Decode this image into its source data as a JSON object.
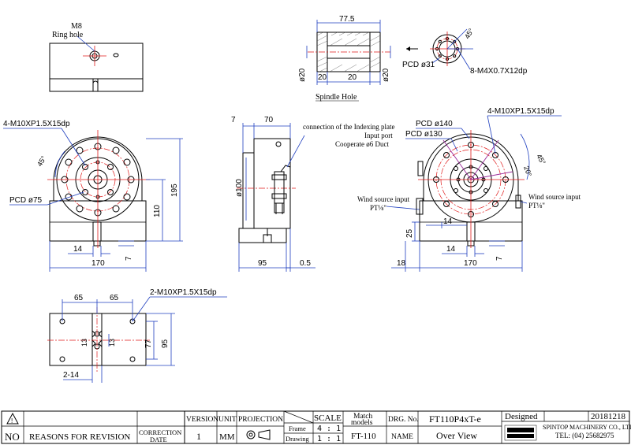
{
  "top_left": {
    "ring_hole_size": "M8",
    "ring_hole_label": "Ring hole"
  },
  "spindle": {
    "title": "Spindle Hole",
    "dim_length": "77.5",
    "dim_left_dia": "ø20",
    "dim_right_dia": "ø20",
    "dim_bottom_a": "20",
    "dim_bottom_b": "20",
    "pcd": "PCD ø31",
    "thread": "8-M4X0.7X12dp",
    "angle": "45°"
  },
  "front": {
    "thread": "4-M10XP1.5X15dp",
    "angle": "45°",
    "pcd": "PCD ø75",
    "height_total": "195",
    "height_center": "110",
    "width_slot": "14",
    "width_base": "170",
    "slot_depth": "7"
  },
  "side": {
    "dim_7": "7",
    "dim_70": "70",
    "dia_100": "ø100",
    "width": "95",
    "gap": "0.5",
    "note_plate": "connection of the Indexing plate",
    "note_input": "Input port",
    "note_duct": "Cooperate ø6 Duct",
    "wind_label": "Wind source input",
    "wind_size": "PT⅛\""
  },
  "right": {
    "pcd140": "PCD ø140",
    "pcd130": "PCD ø130",
    "thread": "4-M10XP1.5X15dp",
    "angle45": "45°",
    "angle20": "20°",
    "wind_label": "Wind source input",
    "wind_size": "PT⅛\"",
    "dim_14a": "14",
    "dim_25": "25",
    "dim_14b": "14",
    "dim_7": "7",
    "dim_18": "18",
    "dim_170": "170"
  },
  "bottom": {
    "dim_65a": "65",
    "dim_65b": "65",
    "thread": "2-M10XP1.5X15dp",
    "dim_13a": "13",
    "dim_13b": "13",
    "dim_77": "77",
    "dim_95": "95",
    "dim_2_14": "2-14"
  },
  "title_block": {
    "no": "NO",
    "reasons": "REASONS FOR REVISION",
    "correction1": "CORRECTION",
    "correction2": "DATE",
    "version_h": "VERSION",
    "version_v": "1",
    "unit_h": "UNIT",
    "unit_v": "MM",
    "projection_h": "PROJECTION",
    "scale_h": "SCALE",
    "frame": "Frame",
    "frame_v": "4 : 1",
    "drawing": "Drawing",
    "drawing_v": "1 : 1",
    "match1": "Match",
    "match2": "models",
    "match_v": "FT-110",
    "drg_h": "DRG. No.",
    "drg_v": "FT110P4xT-e",
    "name_h": "NAME",
    "name_v": "Over View",
    "designed_h": "Designed",
    "designed_v": "20181218",
    "company": "SPINTOP MACHINERY CO., LTD.",
    "tel": "TEL: (04) 25682975"
  }
}
